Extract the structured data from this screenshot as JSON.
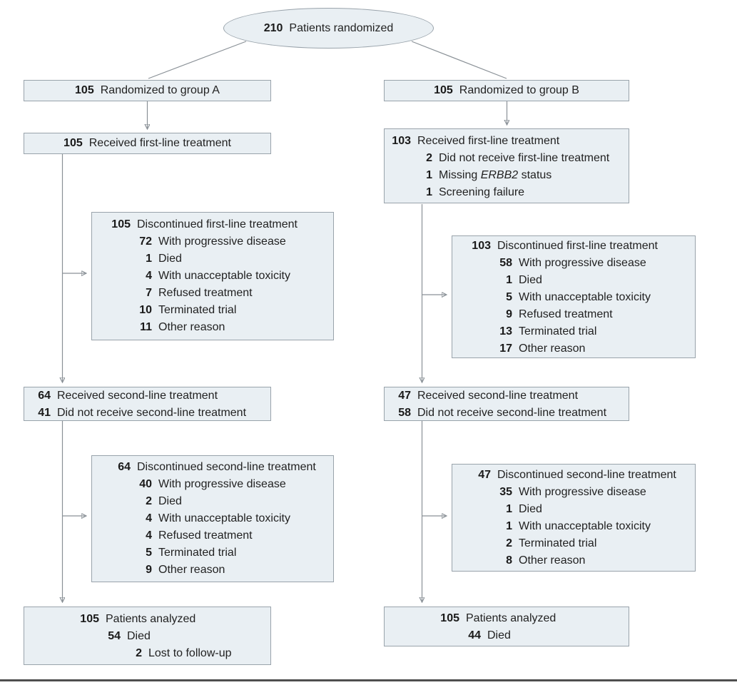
{
  "figure": {
    "ellipse": {
      "n": "210",
      "t": "Patients randomized"
    },
    "boxes": {
      "a1": {
        "lines": [
          {
            "n": "105",
            "t": "Randomized to group A"
          }
        ]
      },
      "b1": {
        "lines": [
          {
            "n": "105",
            "t": "Randomized to group B"
          }
        ]
      },
      "a2": {
        "lines": [
          {
            "n": "105",
            "t": "Received first-line treatment"
          }
        ]
      },
      "b2": {
        "lines": [
          {
            "n": "103",
            "t": "Received first-line treatment"
          },
          {
            "n": "2",
            "t": "Did not receive first-line treatment"
          },
          {
            "n": "1",
            "t1": "Missing ",
            "it": "ERBB2",
            "t2": " status"
          },
          {
            "n": "1",
            "t": "Screening failure"
          }
        ]
      },
      "ad1": {
        "lines": [
          {
            "n": "105",
            "t": "Discontinued first-line treatment"
          },
          {
            "n": "72",
            "t": "With progressive disease"
          },
          {
            "n": "1",
            "t": "Died"
          },
          {
            "n": "4",
            "t": "With unacceptable toxicity"
          },
          {
            "n": "7",
            "t": "Refused treatment"
          },
          {
            "n": "10",
            "t": "Terminated trial"
          },
          {
            "n": "11",
            "t": "Other reason"
          }
        ]
      },
      "bd1": {
        "lines": [
          {
            "n": "103",
            "t": "Discontinued first-line treatment"
          },
          {
            "n": "58",
            "t": "With progressive disease"
          },
          {
            "n": "1",
            "t": "Died"
          },
          {
            "n": "5",
            "t": "With unacceptable toxicity"
          },
          {
            "n": "9",
            "t": "Refused treatment"
          },
          {
            "n": "13",
            "t": "Terminated trial"
          },
          {
            "n": "17",
            "t": "Other reason"
          }
        ]
      },
      "as1": {
        "lines": [
          {
            "n": "64",
            "t": "Received second-line treatment"
          },
          {
            "n": "41",
            "t": "Did not receive second-line treatment"
          }
        ]
      },
      "bs1": {
        "lines": [
          {
            "n": "47",
            "t": "Received second-line treatment"
          },
          {
            "n": "58",
            "t": "Did not receive second-line treatment"
          }
        ]
      },
      "ad2": {
        "lines": [
          {
            "n": "64",
            "t": "Discontinued second-line treatment"
          },
          {
            "n": "40",
            "t": "With progressive disease"
          },
          {
            "n": "2",
            "t": "Died"
          },
          {
            "n": "4",
            "t": "With unacceptable toxicity"
          },
          {
            "n": "4",
            "t": "Refused treatment"
          },
          {
            "n": "5",
            "t": "Terminated trial"
          },
          {
            "n": "9",
            "t": "Other reason"
          }
        ]
      },
      "bd2": {
        "lines": [
          {
            "n": "47",
            "t": "Discontinued second-line treatment"
          },
          {
            "n": "35",
            "t": "With progressive disease"
          },
          {
            "n": "1",
            "t": "Died"
          },
          {
            "n": "1",
            "t": "With unacceptable toxicity"
          },
          {
            "n": "2",
            "t": "Terminated trial"
          },
          {
            "n": "8",
            "t": "Other reason"
          }
        ]
      },
      "aa": {
        "lines": [
          {
            "n": "105",
            "t": "Patients analyzed"
          },
          {
            "n": "54",
            "t": "Died"
          },
          {
            "n": "2",
            "t": "Lost to follow-up"
          }
        ]
      },
      "ba": {
        "lines": [
          {
            "n": "105",
            "t": "Patients analyzed"
          },
          {
            "n": "44",
            "t": "Died"
          }
        ]
      }
    },
    "colors": {
      "box_fill": "#e9eff3",
      "box_border": "#99a3ab",
      "connector": "#8a9197",
      "number_text": "#1a1a1a",
      "body_text": "#222222",
      "bottom_rule": "#4f4f4f"
    }
  }
}
